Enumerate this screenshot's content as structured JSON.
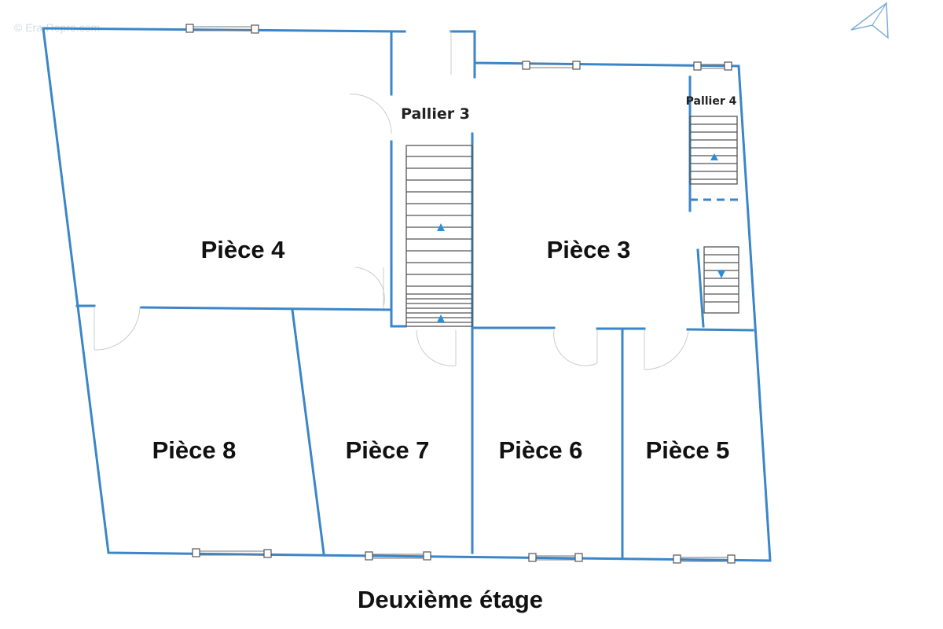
{
  "watermark": "© Era-Repro.com",
  "floor_title": "Deuxième étage",
  "rooms": {
    "piece4": "Pièce 4",
    "piece3": "Pièce 3",
    "piece8": "Pièce 8",
    "piece7": "Pièce 7",
    "piece6": "Pièce 6",
    "piece5": "Pièce 5"
  },
  "landings": {
    "pallier3": "Pallier 3",
    "pallier4": "Pallier 4"
  },
  "colors": {
    "wall": "#3a86c8",
    "stair_arrow": "#2a8fd6",
    "text": "#111111"
  },
  "icons": [
    "north-arrow-icon",
    "stair-direction-arrow-icon"
  ]
}
